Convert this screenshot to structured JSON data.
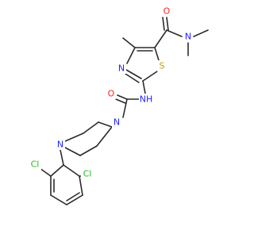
{
  "molecule": {
    "colors": {
      "carbon_bond": "#2b2b2b",
      "nitrogen": "#2323ff",
      "oxygen": "#ff2020",
      "sulfur": "#c8a000",
      "chlorine": "#1fbf1f",
      "background": "#ffffff"
    },
    "atoms": {
      "o_amide": "O",
      "n_dimethyl": "N",
      "s_thiazole": "S",
      "n_thiazole": "N",
      "nh_link": "NH",
      "o_acetyl": "O",
      "n_pip_top": "N",
      "n_pip_bottom": "N",
      "cl_left": "Cl",
      "cl_right": "Cl"
    }
  }
}
